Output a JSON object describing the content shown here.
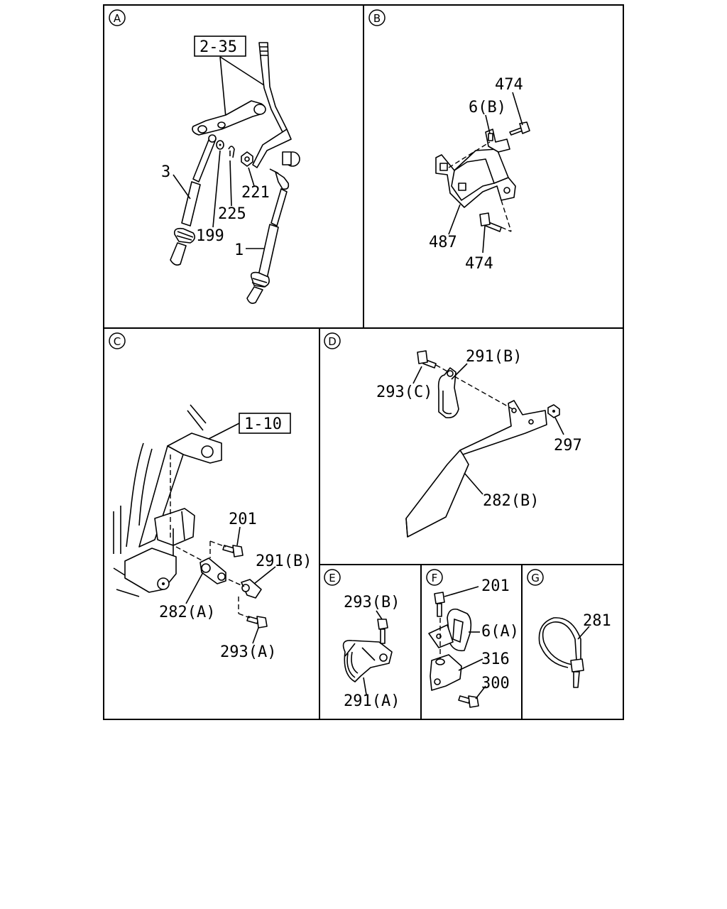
{
  "sections": {
    "A": {
      "letter": "A",
      "ref_box": "2-35",
      "labels": [
        "3",
        "199",
        "225",
        "221",
        "1"
      ]
    },
    "B": {
      "letter": "B",
      "labels": [
        "474",
        "6(B)",
        "487",
        "474"
      ]
    },
    "C": {
      "letter": "C",
      "ref_box": "1-10",
      "labels": [
        "201",
        "291(B)",
        "282(A)",
        "293(A)"
      ]
    },
    "D": {
      "letter": "D",
      "labels": [
        "291(B)",
        "293(C)",
        "297",
        "282(B)"
      ]
    },
    "E": {
      "letter": "E",
      "labels": [
        "293(B)",
        "291(A)"
      ]
    },
    "F": {
      "letter": "F",
      "labels": [
        "201",
        "6(A)",
        "316",
        "300"
      ]
    },
    "G": {
      "letter": "G",
      "labels": [
        "281"
      ]
    }
  }
}
